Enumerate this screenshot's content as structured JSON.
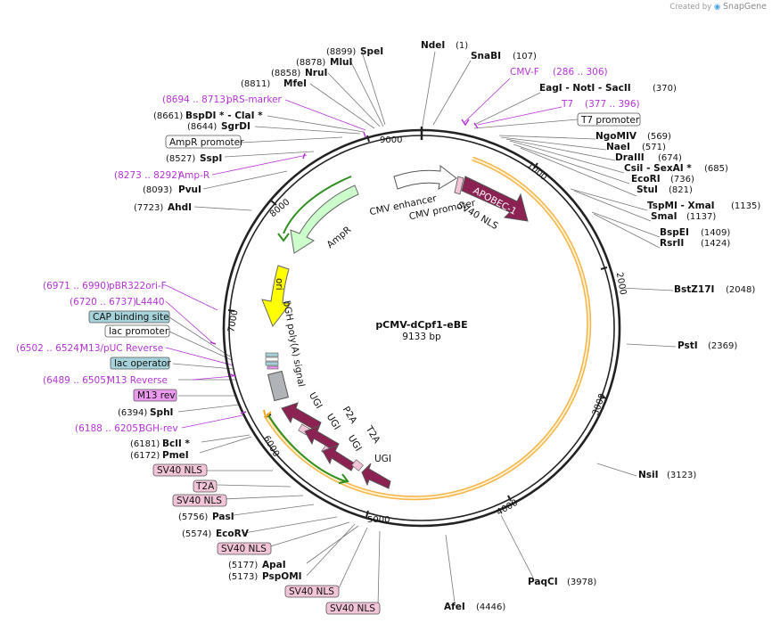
{
  "app": {
    "created_by": "Created by",
    "brand": "SnapGene"
  },
  "plasmid": {
    "name": "pCMV-dCpf1-eBE",
    "length": "9133 bp"
  },
  "ticks": [
    "1000",
    "2000",
    "3000",
    "4000",
    "5000",
    "6000",
    "7000",
    "8000",
    "9000"
  ],
  "sites": [
    {
      "id": "ndei",
      "name": "NdeI",
      "pos": "(1)"
    },
    {
      "id": "snabi",
      "name": "SnaBI",
      "pos": "(107)"
    },
    {
      "id": "eagi",
      "name": "EagI  - NotI  - SacII",
      "pos": "(370)"
    },
    {
      "id": "ngomiv",
      "name": "NgoMIV",
      "pos": "(569)"
    },
    {
      "id": "naei",
      "name": "NaeI",
      "pos": "(571)"
    },
    {
      "id": "draiii",
      "name": "DraIII",
      "pos": "(674)"
    },
    {
      "id": "csii",
      "name": "CsiI  - SexAI *",
      "pos": "(685)"
    },
    {
      "id": "ecori",
      "name": "EcoRI",
      "pos": "(736)"
    },
    {
      "id": "stui",
      "name": "StuI",
      "pos": "(821)"
    },
    {
      "id": "tspmi",
      "name": "TspMI  - XmaI",
      "pos": "(1135)"
    },
    {
      "id": "smai",
      "name": "SmaI",
      "pos": "(1137)"
    },
    {
      "id": "bspei",
      "name": "BspEI",
      "pos": "(1409)"
    },
    {
      "id": "rsrii",
      "name": "RsrII",
      "pos": "(1424)"
    },
    {
      "id": "bstz17i",
      "name": "BstZ17I",
      "pos": "(2048)"
    },
    {
      "id": "psti",
      "name": "PstI",
      "pos": "(2369)"
    },
    {
      "id": "nsii",
      "name": "NsiI",
      "pos": "(3123)"
    },
    {
      "id": "paqci",
      "name": "PaqCI",
      "pos": "(3978)"
    },
    {
      "id": "afei",
      "name": "AfeI",
      "pos": "(4446)"
    },
    {
      "id": "apai",
      "name": "ApaI",
      "pos": "(5177)"
    },
    {
      "id": "pspomi",
      "name": "PspOMI",
      "pos": "(5173)"
    },
    {
      "id": "ecorv",
      "name": "EcoRV",
      "pos": "(5574)"
    },
    {
      "id": "pasi",
      "name": "PasI",
      "pos": "(5756)"
    },
    {
      "id": "pmei",
      "name": "PmeI",
      "pos": "(6172)"
    },
    {
      "id": "bcli",
      "name": "BclI *",
      "pos": "(6181)"
    },
    {
      "id": "sphi",
      "name": "SphI",
      "pos": "(6394)"
    },
    {
      "id": "ahdi",
      "name": "AhdI",
      "pos": "(7723)"
    },
    {
      "id": "pvui",
      "name": "PvuI",
      "pos": "(8093)"
    },
    {
      "id": "sspi",
      "name": "SspI",
      "pos": "(8527)"
    },
    {
      "id": "sgrdi",
      "name": "SgrDI",
      "pos": "(8644)"
    },
    {
      "id": "bspdi",
      "name": "BspDI *  - ClaI *",
      "pos": "(8661)"
    },
    {
      "id": "mfei",
      "name": "MfeI",
      "pos": "(8811)"
    },
    {
      "id": "nrui",
      "name": "NruI",
      "pos": "(8858)"
    },
    {
      "id": "mlui",
      "name": "MluI",
      "pos": "(8878)"
    },
    {
      "id": "spei",
      "name": "SpeI",
      "pos": "(8899)"
    }
  ],
  "primers": [
    {
      "id": "cmvf",
      "name": "CMV-F",
      "range": "(286 .. 306)"
    },
    {
      "id": "t7",
      "name": "T7",
      "range": "(377 .. 396)"
    },
    {
      "id": "prs",
      "name": "pRS-marker",
      "range": "(8694 .. 8713)"
    },
    {
      "id": "ampr",
      "name": "Amp-R",
      "range": "(8273 .. 8292)"
    },
    {
      "id": "pbr",
      "name": "pBR322ori-F",
      "range": "(6971 .. 6990)"
    },
    {
      "id": "l4440",
      "name": "L4440",
      "range": "(6720 .. 6737)"
    },
    {
      "id": "m13puc",
      "name": "M13/pUC Reverse",
      "range": "(6502 .. 6524)"
    },
    {
      "id": "m13rev",
      "name": "M13 Reverse",
      "range": "(6489 .. 6505)"
    },
    {
      "id": "bgh",
      "name": "BGH-rev",
      "range": "(6188 .. 6205)"
    }
  ],
  "boxed_labels": [
    {
      "id": "t7prom",
      "text": "T7 promoter"
    },
    {
      "id": "amprprom",
      "text": "AmpR promoter"
    },
    {
      "id": "cap",
      "text": "CAP binding site"
    },
    {
      "id": "lacprom",
      "text": "lac promoter"
    },
    {
      "id": "lacop",
      "text": "lac operator"
    },
    {
      "id": "m13revbox",
      "text": "M13 rev"
    },
    {
      "id": "nls1",
      "text": "SV40 NLS"
    },
    {
      "id": "t2a",
      "text": "T2A"
    },
    {
      "id": "nls2",
      "text": "SV40 NLS"
    },
    {
      "id": "nls3",
      "text": "SV40 NLS"
    },
    {
      "id": "nls4",
      "text": "SV40 NLS"
    },
    {
      "id": "nls5",
      "text": "SV40 NLS"
    }
  ],
  "features": {
    "cmv_enhancer": "CMV enhancer",
    "cmv_promoter": "CMV promoter",
    "sv40_nls": "SV40 NLS",
    "apobec": "APOBEC-1",
    "ampr": "AmpR",
    "ori": "ori",
    "bgh": "bGH poly(A) signal",
    "ugi1": "UGI",
    "ugi2": "UGI",
    "ugi3": "UGI",
    "ugi4": "UGI",
    "p2a": "P2A",
    "t2a": "T2A"
  },
  "colors": {
    "backbone": "#222222",
    "orange_arc": "#f6a623",
    "apobec": "#8b2252",
    "ugi": "#8b2252",
    "ampr": "#ccffcc",
    "ampr_arrow": "#2f8f1f",
    "ori": "#ffff00",
    "primer": "#b534d6",
    "nls_box": "#f2c4d8",
    "m13_box": "#ec9af0",
    "cap_box": "#a6d3da"
  }
}
